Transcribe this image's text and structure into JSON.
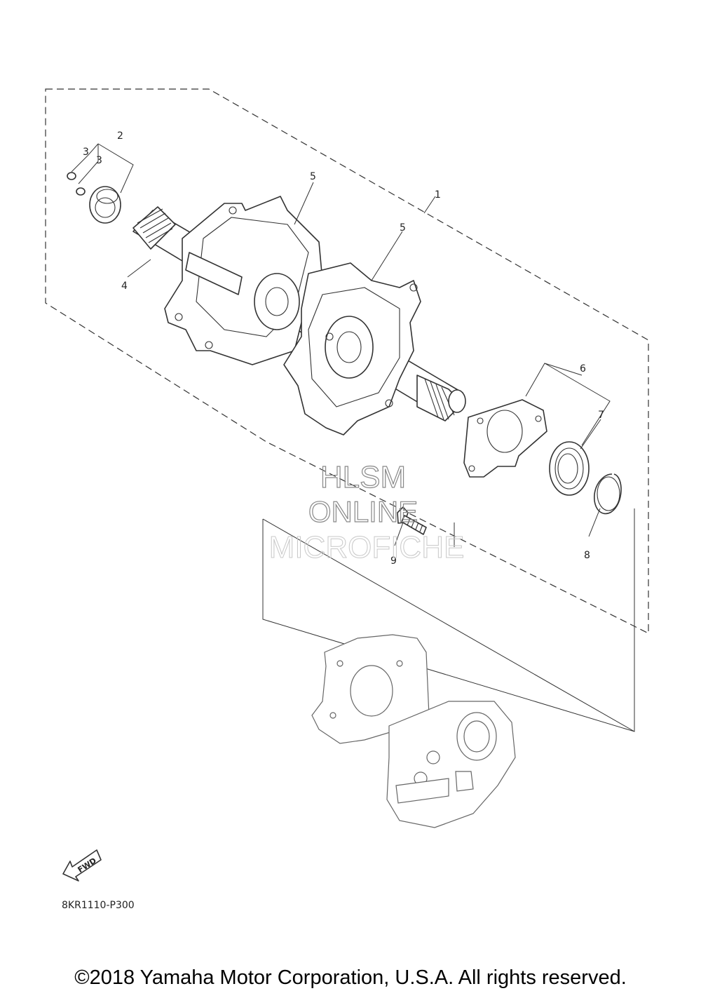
{
  "callouts": {
    "c1": "1",
    "c2": "2",
    "c3a": "3",
    "c3b": "3",
    "c4": "4",
    "c5a": "5",
    "c5b": "5",
    "c6": "6",
    "c7": "7",
    "c8": "8",
    "c9": "9"
  },
  "watermark": {
    "line1": "HLSM",
    "line2": "ONLINE",
    "line3": "MICROFICHE"
  },
  "fwd_label": "FWD",
  "diagram_ref": "8KR1110-P300",
  "copyright": "©2018 Yamaha Motor Corporation, U.S.A. All rights reserved.",
  "icons": {
    "front_indicator": "fwd-arrow-icon"
  }
}
